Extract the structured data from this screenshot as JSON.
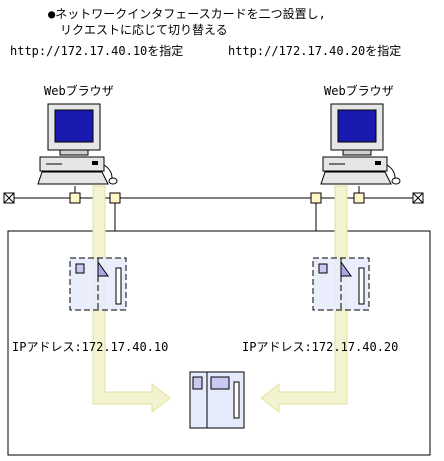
{
  "header": {
    "bullet": "●",
    "line1": "ネットワークインタフェースカードを二つ設置し,",
    "line2": "リクエストに応じて切り替える"
  },
  "left_client": {
    "url_note": "http://172.17.40.10を指定",
    "label": "Webブラウザ",
    "ip_label": "IPアドレス:172.17.40.10"
  },
  "right_client": {
    "url_note": "http://172.17.40.20を指定",
    "label": "Webブラウザ",
    "ip_label": "IPアドレス:172.17.40.20"
  },
  "colors": {
    "arrow": "#f3f3cf",
    "arrow_stroke": "#e1e1a0",
    "nic_fill": "#e6ebfb",
    "screen": "#1a1ab0",
    "connector": "#fff6c8"
  }
}
